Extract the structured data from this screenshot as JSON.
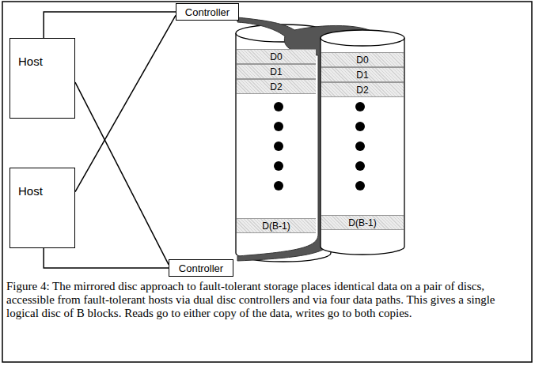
{
  "diagram": {
    "caption": "Figure 4: The mirrored disc approach to fault-tolerant storage places identical data on a pair of discs, accessible from fault-tolerant hosts via dual disc controllers and via four data paths. This gives a single logical disc of B blocks. Reads go to either copy of the data, writes go to both copies.",
    "nodes": [
      {
        "text": [
          "Host"
        ]
      },
      {
        "text": [
          "Host"
        ]
      },
      {
        "text": [
          "Controller"
        ]
      },
      {
        "text": [
          "D0"
        ]
      },
      {
        "text": [
          "D1"
        ]
      },
      {
        "text": [
          "D2"
        ]
      },
      {
        "text": [
          "D(B-1)"
        ]
      },
      {
        "text": [
          "D0"
        ]
      },
      {
        "text": [
          "D1"
        ]
      },
      {
        "text": [
          "D2"
        ]
      },
      {
        "text": [
          "D(B-1)"
        ]
      },
      {
        "text": [
          "Controller"
        ]
      }
    ],
    "edges": [
      {
        "from": 0,
        "to": 2,
        "arrow": "none"
      },
      {
        "from": 0,
        "to": 11,
        "arrow": "none"
      },
      {
        "from": 1,
        "to": 2,
        "arrow": "none"
      },
      {
        "from": 1,
        "to": 11,
        "arrow": "none"
      }
    ]
  }
}
